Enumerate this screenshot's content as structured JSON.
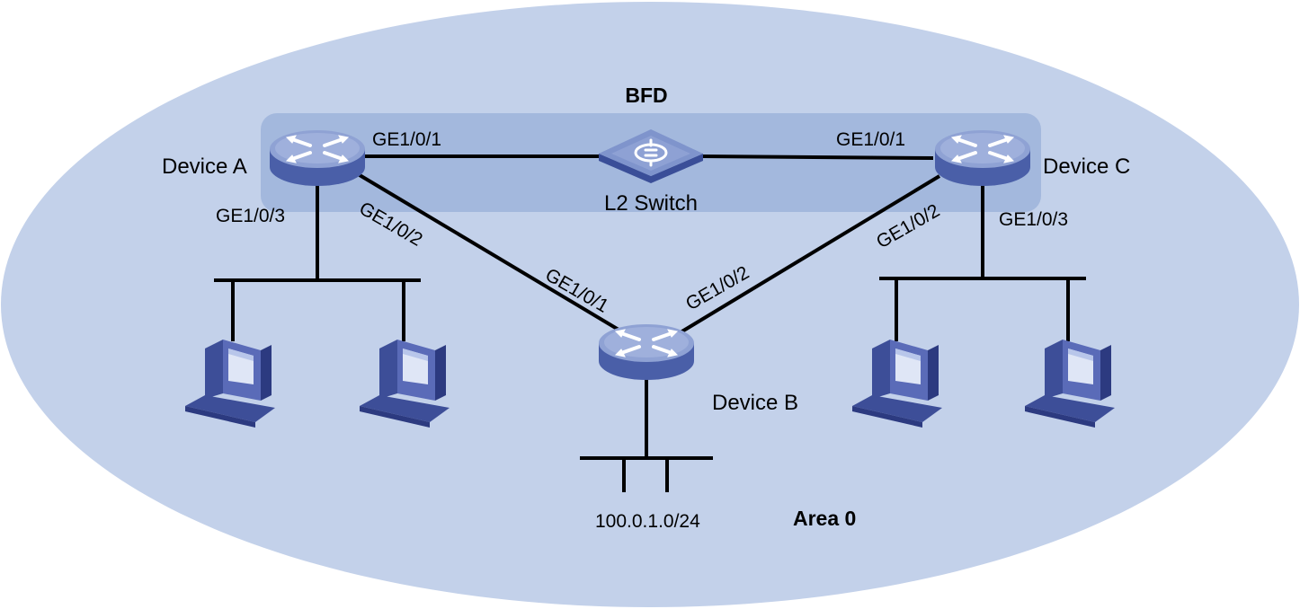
{
  "colors": {
    "area_fill": "#c3d1ea",
    "bfd_band": "#a3b8dd",
    "device_top": "#8fa2d4",
    "device_side": "#4a5fa8",
    "pc_body": "#5a6bb8",
    "pc_screen": "#dfe6f6"
  },
  "bfd": {
    "label": "BFD"
  },
  "area": {
    "label": "Area 0"
  },
  "devices": {
    "a": {
      "name": "Device A",
      "icon": "router-icon"
    },
    "b": {
      "name": "Device B",
      "icon": "router-icon"
    },
    "c": {
      "name": "Device C",
      "icon": "router-icon"
    },
    "switch": {
      "name": "L2 Switch",
      "icon": "switch-icon"
    }
  },
  "ports": {
    "a_ge1": "GE1/0/1",
    "a_ge2": "GE1/0/2",
    "a_ge3": "GE1/0/3",
    "c_ge1": "GE1/0/1",
    "c_ge2": "GE1/0/2",
    "c_ge3": "GE1/0/3",
    "b_ge1": "GE1/0/1",
    "b_ge2": "GE1/0/2"
  },
  "network": {
    "subnet": "100.0.1.0/24"
  },
  "hosts": [
    {
      "icon": "pc-icon"
    },
    {
      "icon": "pc-icon"
    },
    {
      "icon": "pc-icon"
    },
    {
      "icon": "pc-icon"
    }
  ]
}
